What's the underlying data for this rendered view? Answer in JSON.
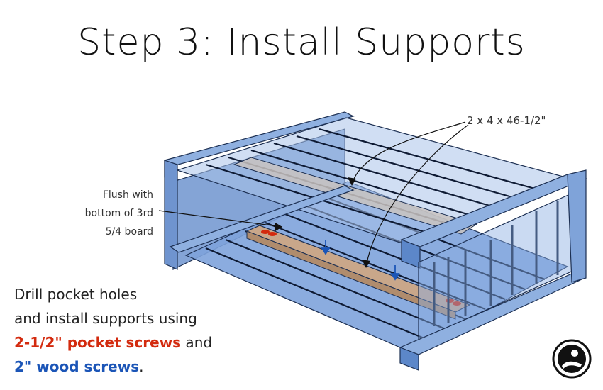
{
  "title": "Step 3: Install Supports",
  "callouts": {
    "flush": [
      "Flush with",
      "bottom of 3rd",
      "5/4 board"
    ],
    "dimension": "2 x 4 x 46-1/2\""
  },
  "instructions": {
    "line1": "Drill pocket holes",
    "line2": "and install supports using",
    "pocket_screws": "2-1/2\" pocket screws",
    "and": " and",
    "wood_screws": "2\" wood screws",
    "period": "."
  },
  "colors": {
    "frame": "#7fa3d9",
    "frame_dark": "#4f7fc6",
    "support": "#c9a78a",
    "pocket_screw": "#d32a0e",
    "wood_screw": "#1b55b7"
  }
}
